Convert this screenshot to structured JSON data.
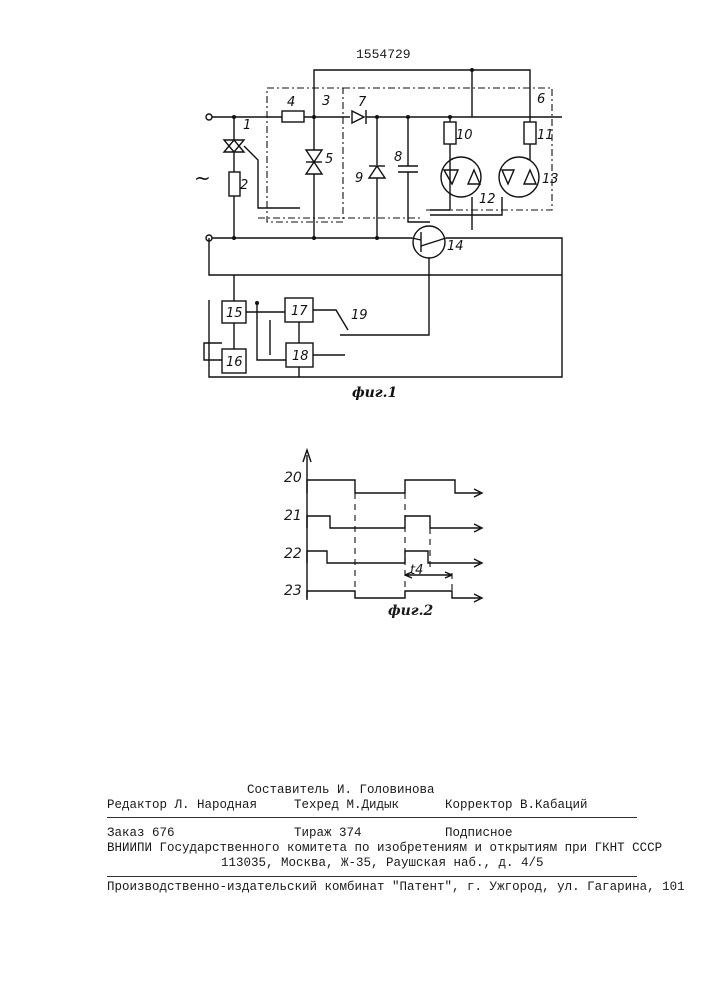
{
  "patent_number": "1554729",
  "fig1": {
    "caption": "фиг.1",
    "tilde": "~",
    "labels": [
      "1",
      "2",
      "3",
      "4",
      "5",
      "6",
      "7",
      "8",
      "9",
      "10",
      "11",
      "12",
      "13",
      "14",
      "15",
      "16",
      "17",
      "18",
      "19"
    ]
  },
  "fig2": {
    "caption": "фиг.2",
    "rows": [
      "20",
      "21",
      "22",
      "23"
    ],
    "interval_label": "t4"
  },
  "colophon": {
    "composer": "Составитель И. Головинова",
    "editor": "Редактор Л. Народная",
    "techred": "Техред М.Дидык",
    "corrector": "Корректор В.Кабаций",
    "order": "Заказ 676",
    "circulation": "Тираж 374",
    "subscription": "Подписное",
    "institute": "ВНИИПИ Государственного комитета по изобретениям и открытиям при ГКНТ СССР",
    "address": "113035, Москва, Ж-35, Раушская наб., д. 4/5",
    "publisher": "Производственно-издательский комбинат \"Патент\", г. Ужгород, ул. Гагарина, 101"
  }
}
